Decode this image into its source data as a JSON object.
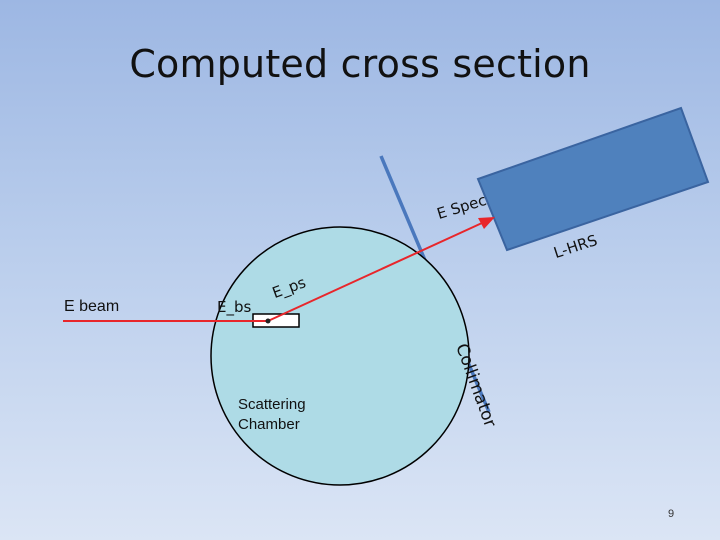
{
  "slide": {
    "title": "Computed cross section",
    "page_number": "9"
  },
  "labels": {
    "e_beam": "E beam",
    "e_bs": "E_bs",
    "e_ps": "E_ps",
    "e_spec": "E Spec",
    "l_hrs": "L-HRS",
    "collimator": "Collimator",
    "chamber": "Scattering\nChamber"
  },
  "colors": {
    "beam": "#e8262b",
    "chamber_fill": "#aedbe6",
    "spectrometer_fill": "#4f81bd",
    "spectrometer_stroke": "#3a64a0",
    "collimator": "#4a78bd"
  }
}
